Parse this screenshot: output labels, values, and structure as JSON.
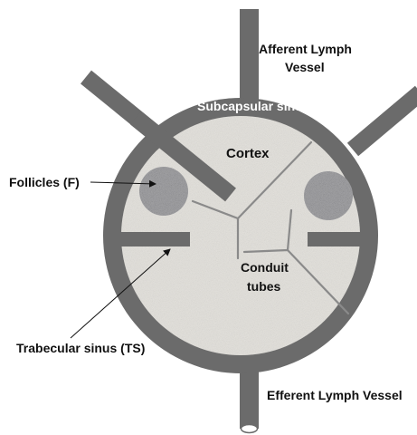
{
  "labels": {
    "afferent_line1": "Afferent Lymph",
    "afferent_line2": "Vessel",
    "subcapsular": "Subcapsular sinus",
    "cortex": "Cortex",
    "follicles": "Follicles (F)",
    "conduit_line1": "Conduit",
    "conduit_line2": "tubes",
    "trabecular": "Trabecular sinus (TS)",
    "efferent": "Efferent Lymph Vessel"
  },
  "colors": {
    "capsule": "#6b6b6b",
    "cortex": "#e6e4df",
    "follicle": "#a9a9ac",
    "conduit": "#8a8a8a",
    "label_text": "#111111",
    "sinus_text": "#ffffff"
  }
}
